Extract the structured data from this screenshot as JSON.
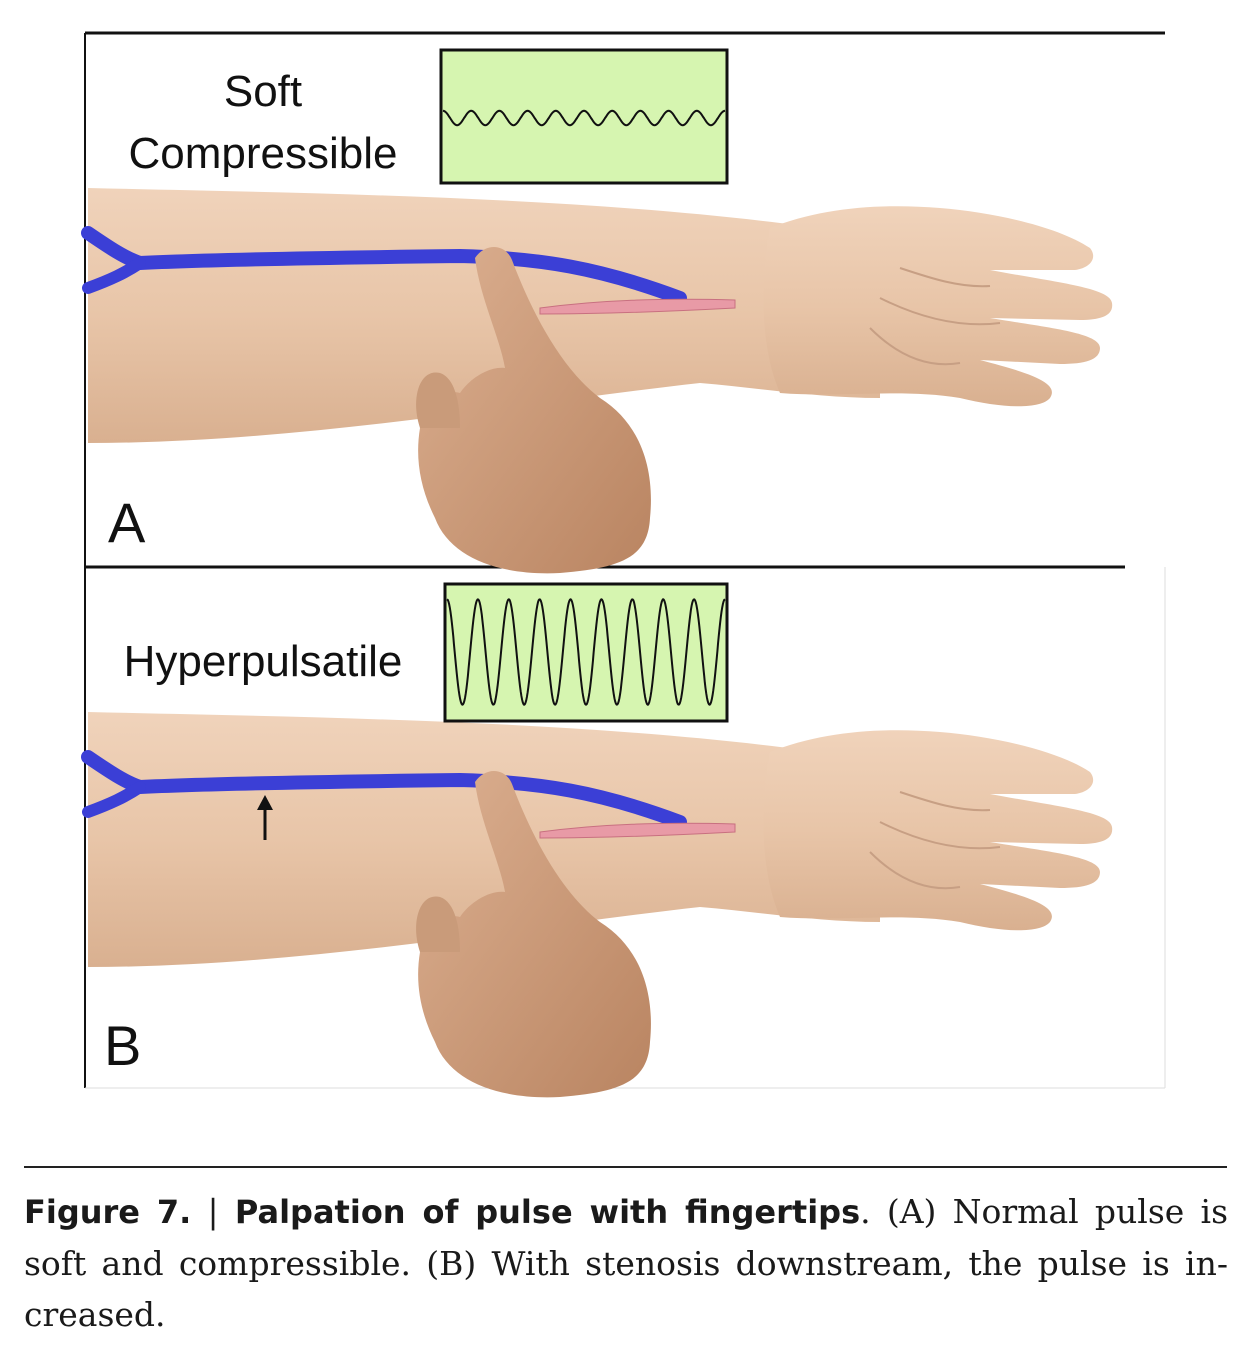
{
  "panels": [
    {
      "letter": "A",
      "label_lines": [
        "Soft",
        "Compressible"
      ],
      "waveform": {
        "kind": "low-amplitude",
        "cycles": 10,
        "amplitude_fraction": 0.12
      },
      "arrow": false
    },
    {
      "letter": "B",
      "label_lines": [
        "Hyperpulsatile"
      ],
      "waveform": {
        "kind": "high-amplitude",
        "cycles": 9,
        "amplitude_fraction": 0.85
      },
      "arrow": true
    }
  ],
  "colors": {
    "waveform_box": "#d6f5b0",
    "skin": "#e7c3a5",
    "vein": "#3b3fd6",
    "artery": "#e89aa6",
    "examiner_hand": "#c99b7a"
  },
  "caption": {
    "figure_label": "Figure 7.",
    "separator": "|",
    "title": "Palpation of pulse with fingertips",
    "text_line1_rest": ". (A) Normal pulse is soft and compressible. (B) With stenosis downstream, the pulse is in-",
    "text_line2": "creased."
  }
}
